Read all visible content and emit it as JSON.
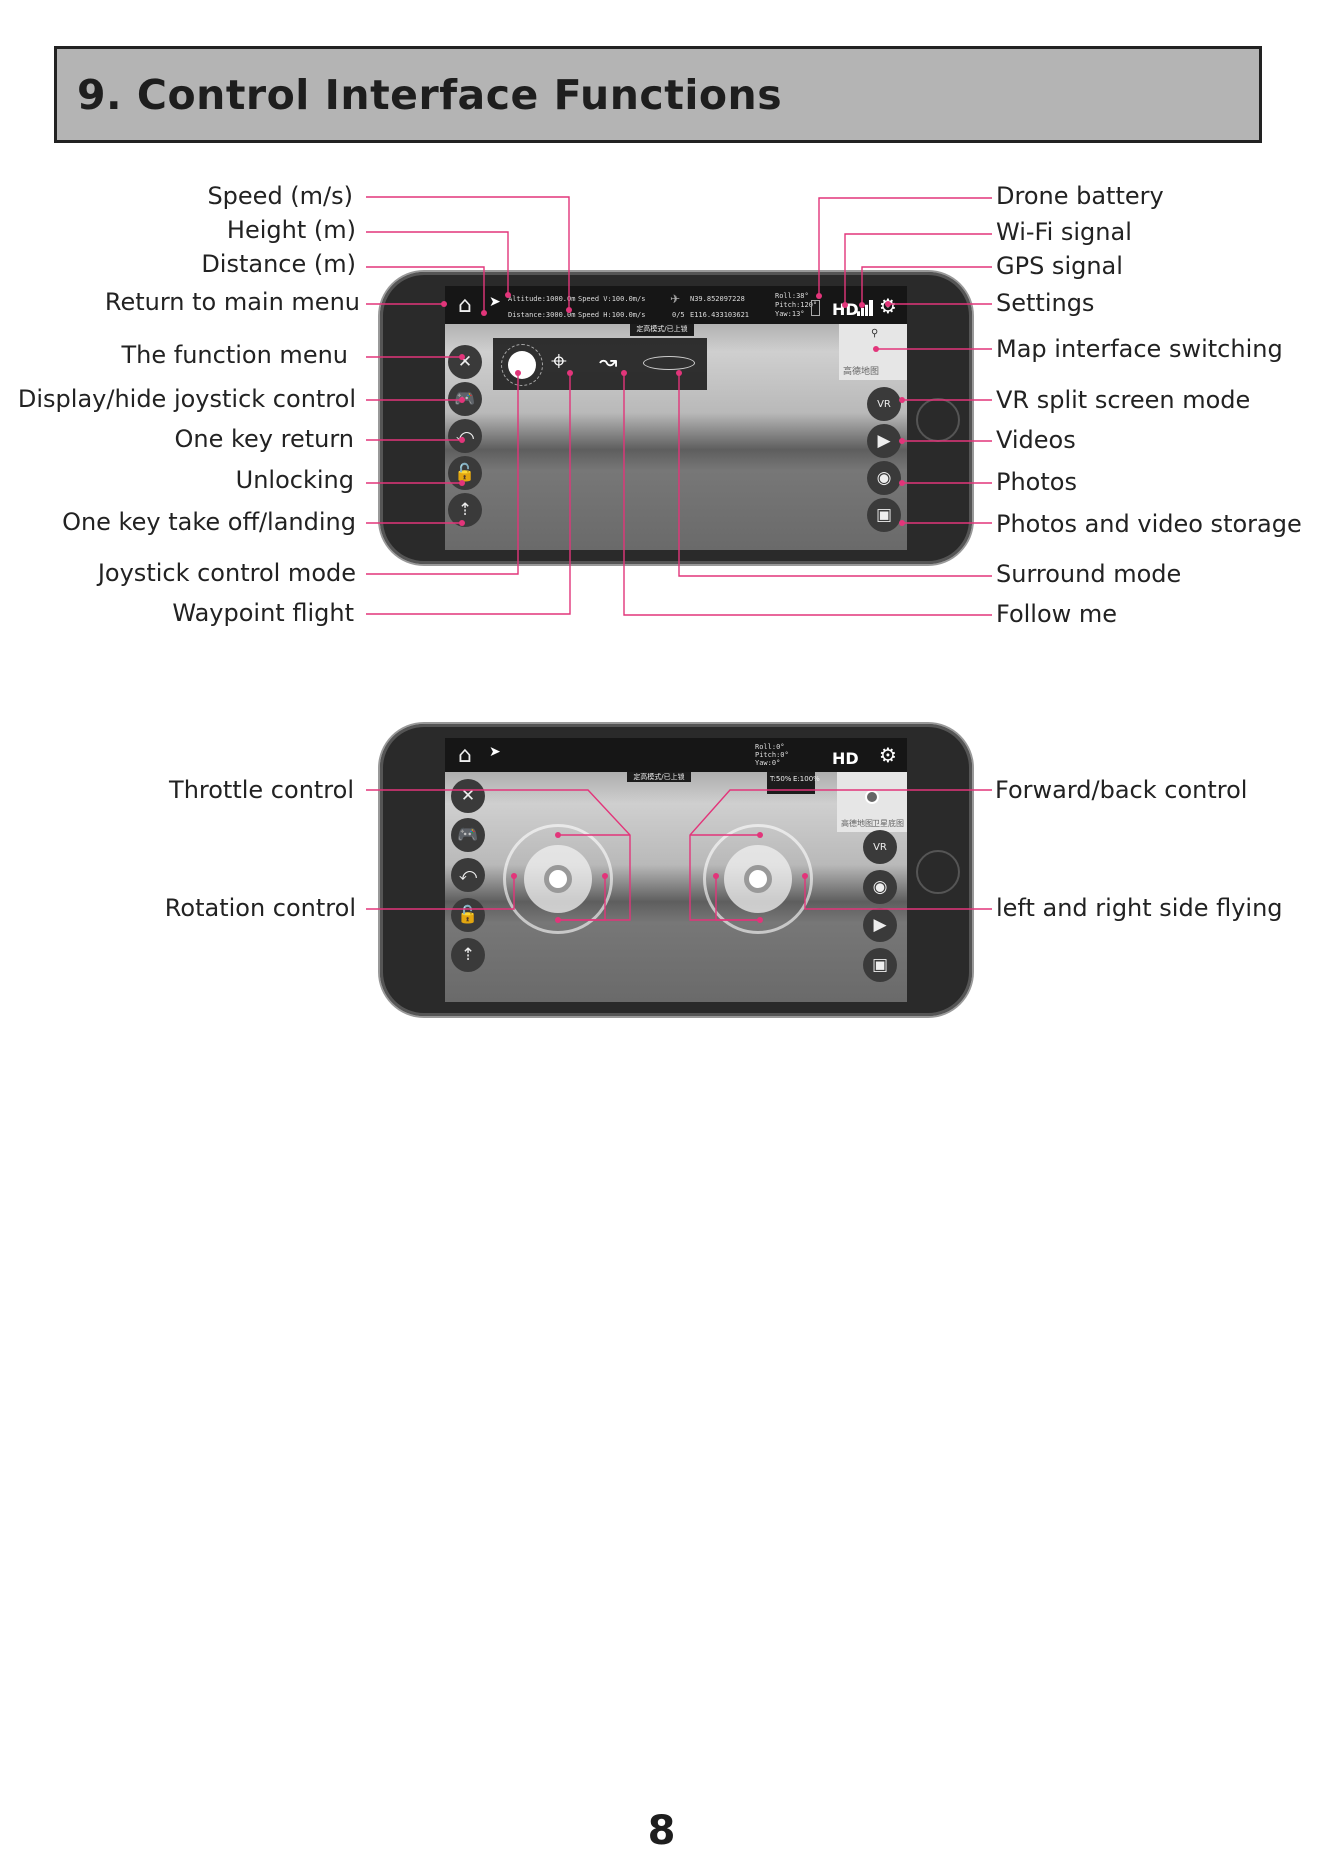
{
  "header": {
    "title": "9. Control Interface Functions"
  },
  "diagram1": {
    "left_labels": {
      "speed": "Speed (m/s)",
      "height": "Height (m)",
      "distance": "Distance (m)",
      "return_main": "Return to main menu",
      "function_menu": "The function menu",
      "display_joystick": "Display/hide joystick control",
      "one_key_return": "One key return",
      "unlocking": "Unlocking",
      "takeoff_landing": "One key take off/landing",
      "joystick_mode": "Joystick control mode",
      "waypoint": "Waypoint flight"
    },
    "right_labels": {
      "drone_battery": "Drone battery",
      "wifi": "Wi-Fi signal",
      "gps": "GPS signal",
      "settings": "Settings",
      "map_switch": "Map interface switching",
      "vr": "VR split screen mode",
      "videos": "Videos",
      "photos": "Photos",
      "storage": "Photos and video storage",
      "surround": "Surround mode",
      "follow": "Follow me"
    },
    "status": {
      "altitude": "Altitude:1000.0m",
      "distance": "Distance:3000.0m",
      "speed_v": "Speed V:100.0m/s",
      "speed_h": "Speed H:100.0m/s",
      "lat": "N39.852097228",
      "lon": "E116.433103621",
      "sats": "0/5",
      "roll": "Roll:38°",
      "pitch": "Pitch:120°",
      "yaw": "Yaw:13°",
      "hd": "HD",
      "mode_banner": "定高模式/已上锁",
      "map_text": "高德地图"
    }
  },
  "diagram2": {
    "left_labels": {
      "throttle": "Throttle control",
      "rotation": "Rotation control"
    },
    "right_labels": {
      "forward_back": "Forward/back control",
      "side": "left and right side flying"
    },
    "status": {
      "hd": "HD",
      "roll": "Roll:0°",
      "pitch": "Pitch:0°",
      "yaw": "Yaw:0°",
      "mode_banner": "定高模式/已上锁",
      "t_val": "T:50%",
      "e_val": "E:100%",
      "map_text": "高德地图",
      "map_sub": "卫星底图"
    }
  },
  "page_number": "8"
}
